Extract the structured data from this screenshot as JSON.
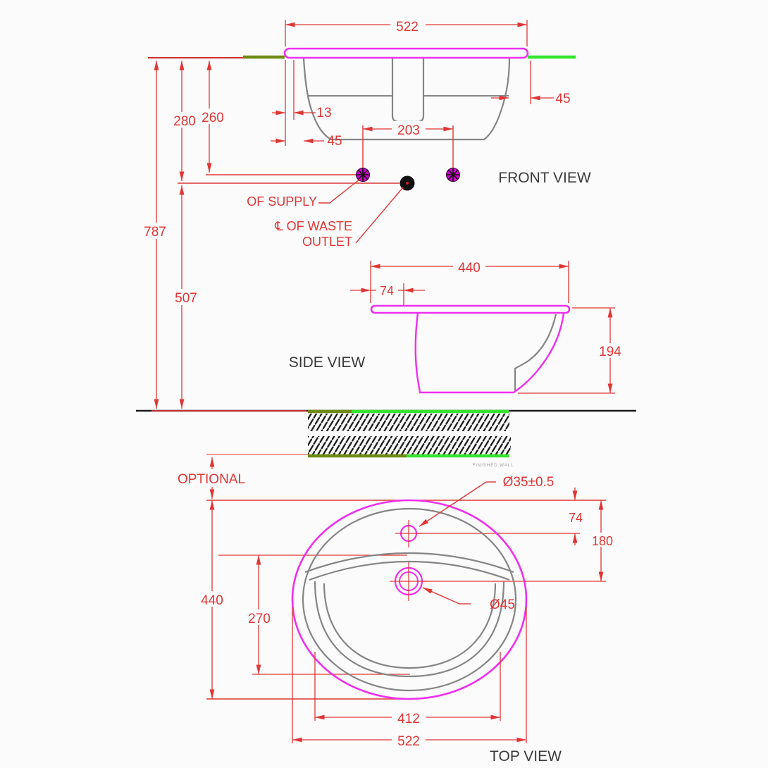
{
  "views": {
    "front": "FRONT VIEW",
    "side": "SIDE VIEW",
    "top": "TOP VIEW"
  },
  "labels": {
    "of_supply": "OF SUPPLY",
    "waste_line1": "℄ OF WASTE",
    "waste_line2": "OUTLET",
    "optional": "OPTIONAL",
    "finished_wall": "FINISHED WALL"
  },
  "dims": {
    "front_width": "522",
    "front_rim_right": "45",
    "front_gap": "13",
    "front_rim_left": "45",
    "supply_span": "203",
    "to_supply": "260",
    "to_waste": "280",
    "floor_to_rim": "787",
    "floor_to_waste": "507",
    "side_depth": "440",
    "side_front_edge": "74",
    "side_height": "194",
    "faucet_dia": "Ø35±0.5",
    "faucet_offset": "74",
    "drain_offset": "180",
    "drain_dia": "Ø45",
    "top_depth": "440",
    "top_inner_depth": "270",
    "top_inner_width": "412",
    "top_width": "522"
  },
  "colors": {
    "dimension_red": "#e03535",
    "fixture_magenta": "#ee2fee",
    "hidden_gray": "#858585",
    "wall_green_bright": "#35e42e",
    "wall_green_olive": "#6f8a13",
    "floor_black": "#1a1a1a",
    "optional_pink": "#e87878",
    "supply_symbol": "#cc00cc"
  }
}
